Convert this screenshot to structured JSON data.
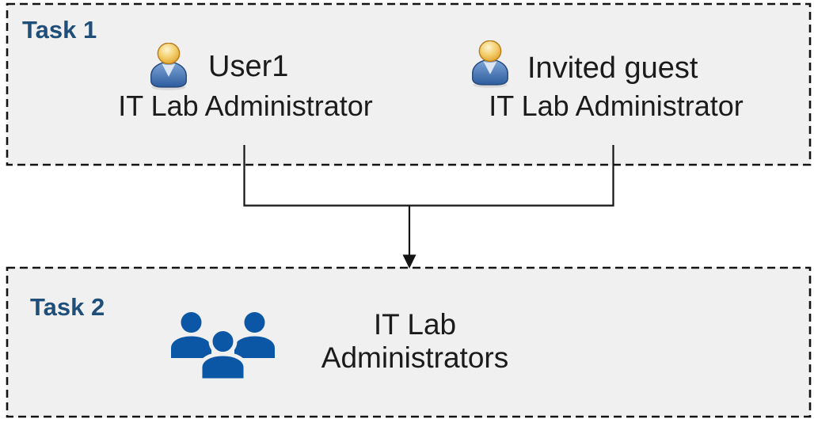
{
  "diagram": {
    "task1": {
      "label": "Task 1",
      "members": [
        {
          "name": "User1",
          "role": "IT Lab Administrator",
          "icon": "person-icon"
        },
        {
          "name": "Invited guest",
          "role": "IT Lab Administrator",
          "icon": "person-icon"
        }
      ]
    },
    "task2": {
      "label": "Task 2",
      "group": {
        "icon": "people-group-icon",
        "name_lines": {
          "0": "IT Lab",
          "1": "Administrators"
        }
      }
    },
    "connector": {
      "type": "merge-arrow"
    }
  },
  "colors": {
    "box_fill": "#f0f0f1",
    "box_border": "#141414",
    "task_label": "#1f4e79",
    "text": "#1b1b1b",
    "icon_blue": "#0c57a5",
    "connector": "#141414",
    "person_head": "#e8a93c",
    "person_body": "#33629f"
  }
}
